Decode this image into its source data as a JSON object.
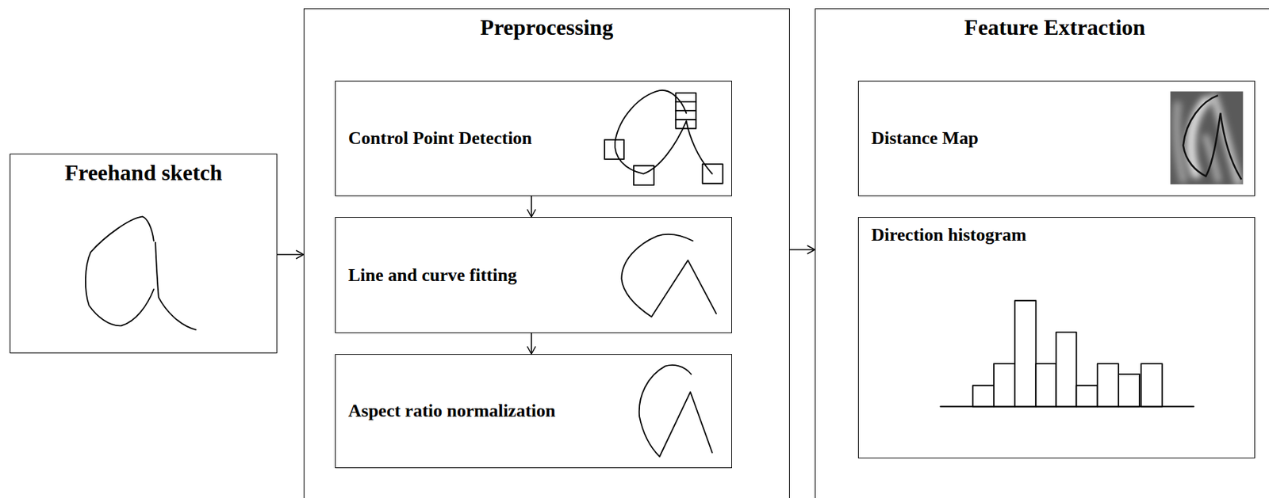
{
  "diagram": {
    "nodes": [
      {
        "text": [
          "Freehand sketch"
        ]
      },
      {
        "text": [
          "Preprocessing"
        ]
      },
      {
        "text": [
          "Control Point Detection"
        ],
        "in": 1
      },
      {
        "text": [
          "Line and curve fitting"
        ],
        "in": 1
      },
      {
        "text": [
          "Aspect ratio normalization"
        ],
        "in": 1
      },
      {
        "text": [
          "Feature Extraction"
        ]
      },
      {
        "text": [
          "Distance Map"
        ],
        "in": 5
      },
      {
        "text": [
          "Direction histogram"
        ],
        "in": 5
      }
    ],
    "edges": [
      {
        "from": 0,
        "to": 1,
        "arrow": "to"
      },
      {
        "from": 2,
        "to": 3,
        "arrow": "to"
      },
      {
        "from": 3,
        "to": 4,
        "arrow": "to"
      },
      {
        "from": 1,
        "to": 5,
        "arrow": "to"
      }
    ]
  }
}
